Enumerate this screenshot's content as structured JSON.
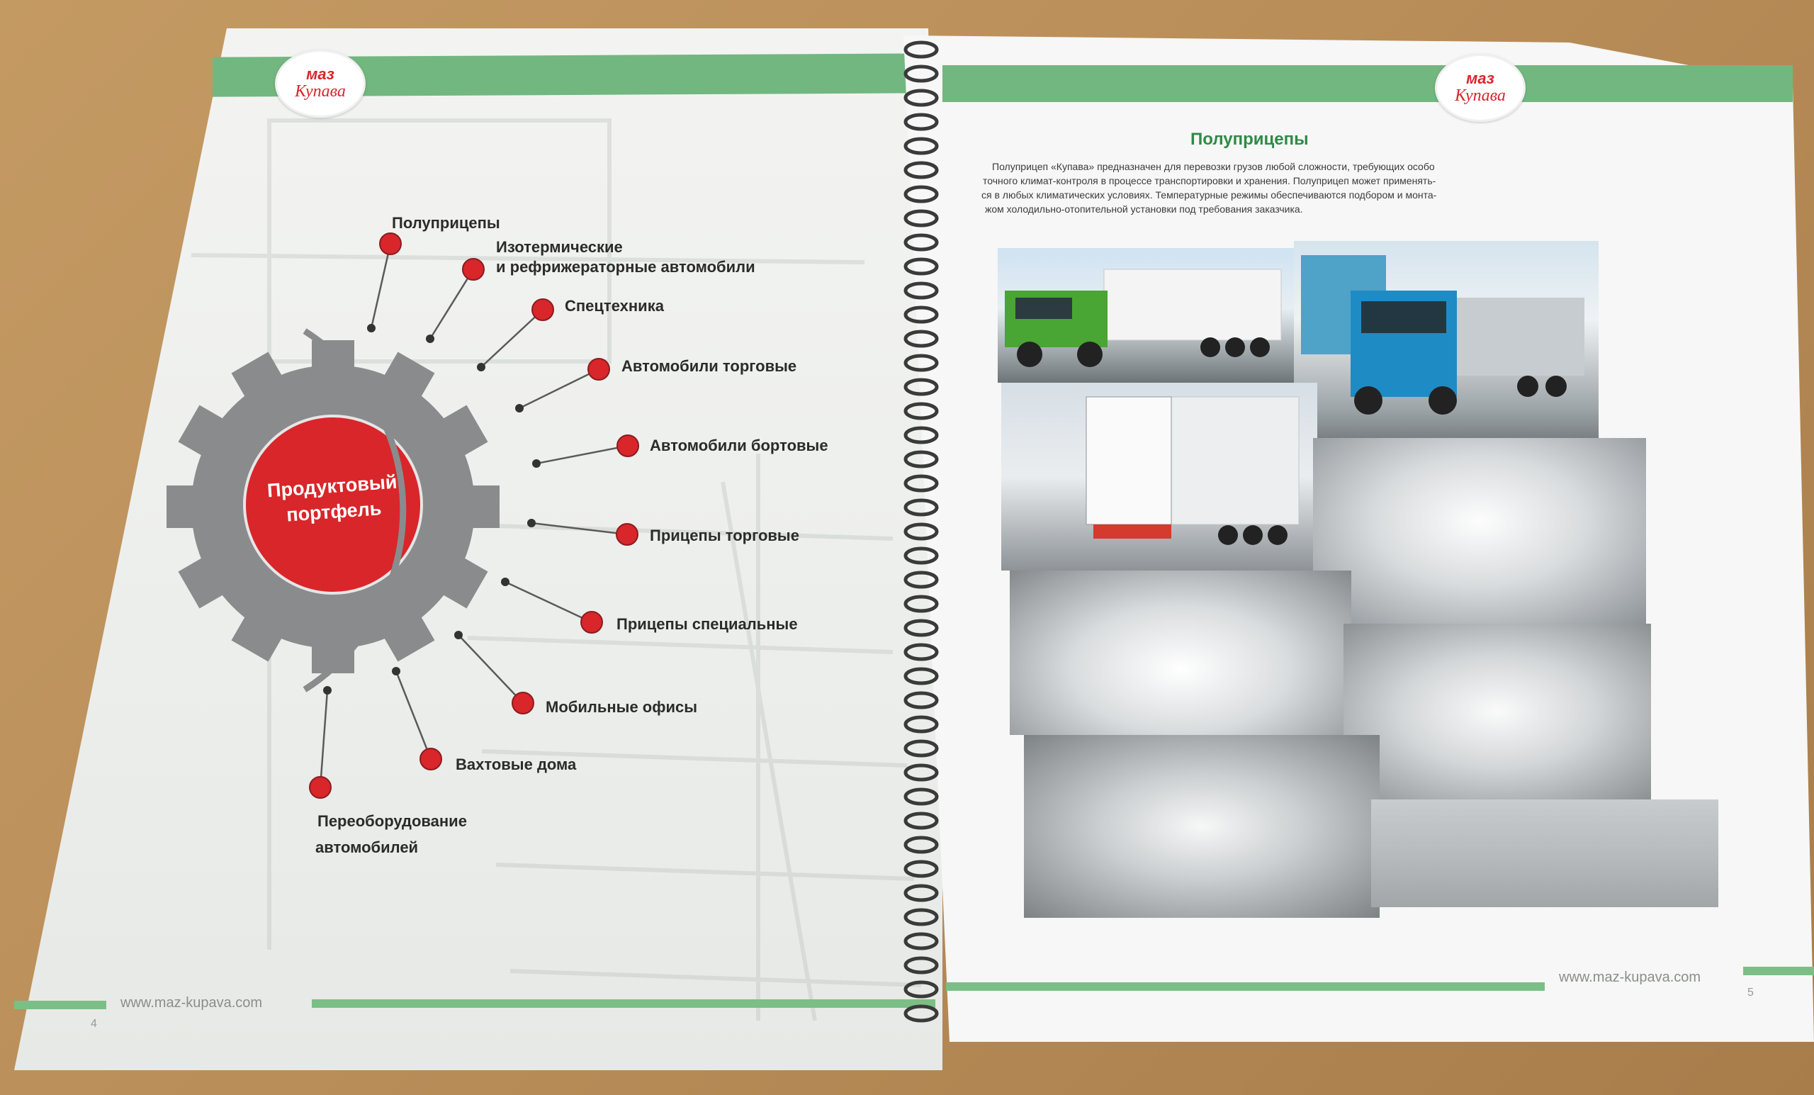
{
  "left_page": {
    "brand": {
      "line1": "маз",
      "line2": "Купава"
    },
    "hub_label_line1": "Продуктовый",
    "hub_label_line2": "портфель",
    "menu_items": [
      "Полуприцепы",
      "Изотермические",
      "и рефрижераторные автомобили",
      "Спецтехника",
      "Автомобили торговые",
      "Автомобили бортовые",
      "Прицепы торговые",
      "Прицепы специальные",
      "Мобильные офисы",
      "Вахтовые дома",
      "Переоборудование",
      "автомобилей"
    ],
    "footer_url": "www.maz-kupava.com",
    "page_number": "4"
  },
  "right_page": {
    "brand": {
      "line1": "маз",
      "line2": "Купава"
    },
    "title": "Полуприцепы",
    "paragraph_lines": [
      "Полуприцеп «Купава» предназначен для перевозки грузов любой сложности, требующих особо",
      "точного климат-контроля в процессе транспортировки и хранения. Полуприцеп может применять-",
      "ся в любых климатических условиях. Температурные режимы обеспечиваются подбором и монта-",
      "жом холодильно-отопительной установки под требования заказчика."
    ],
    "footer_url": "www.maz-kupava.com",
    "page_number": "5"
  },
  "colors": {
    "brand_green": "#72b77f",
    "accent_red": "#d8262a",
    "gear_gray": "#8a8b8c",
    "title_green": "#2f8a47"
  }
}
